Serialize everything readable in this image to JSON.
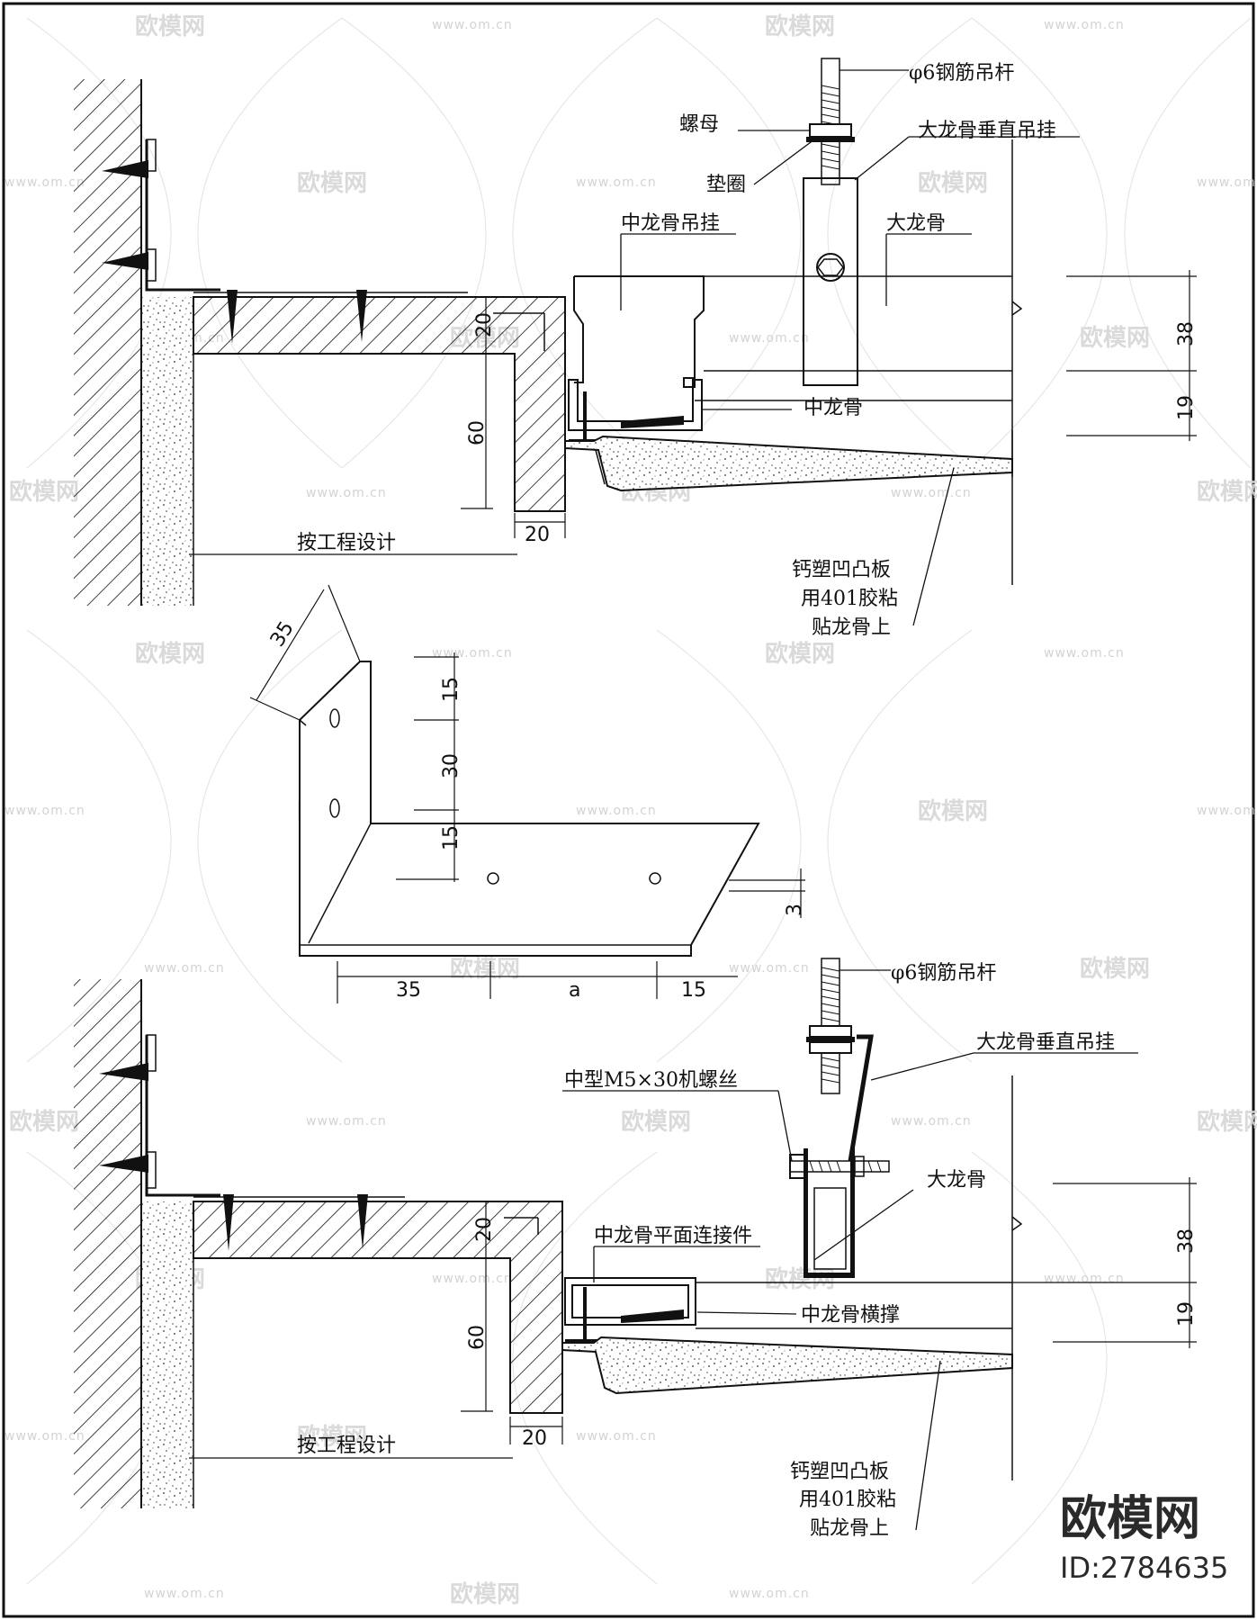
{
  "labels": {
    "top_rod": "φ6钢筋吊杆",
    "nut": "螺母",
    "main_hanger_top": "大龙骨垂直吊挂",
    "washer": "垫圈",
    "mid_hanger": "中龙骨吊挂",
    "main_keel_top": "大龙骨",
    "mid_keel": "中龙骨",
    "panel_top_1": "钙塑凹凸板",
    "panel_top_2": "用401胶粘",
    "panel_top_3": "贴龙骨上",
    "design_top": "按工程设计",
    "bottom_rod": "φ6钢筋吊杆",
    "main_hanger_bottom": "大龙骨垂直吊挂",
    "screw": "中型M5×30机螺丝",
    "main_keel_bottom": "大龙骨",
    "mid_connector": "中龙骨平面连接件",
    "mid_brace": "中龙骨横撑",
    "design_bottom": "按工程设计",
    "panel_bot_1": "钙塑凹凸板",
    "panel_bot_2": "用401胶粘",
    "panel_bot_3": "贴龙骨上"
  },
  "dimensions": {
    "top_20_v": "20",
    "top_60": "60",
    "top_20_h": "20",
    "top_38": "38",
    "top_19": "19",
    "angle_35_slant": "35",
    "angle_15_a": "15",
    "angle_30": "30",
    "angle_15_b": "15",
    "angle_3": "3",
    "angle_35": "35",
    "angle_a": "a",
    "angle_15_c": "15",
    "bot_20_v": "20",
    "bot_60": "60",
    "bot_20_h": "20",
    "bot_38": "38",
    "bot_19": "19"
  },
  "watermark": {
    "brand": "欧模网",
    "url": "www.om.cn",
    "corner_logo": "欧模网",
    "id": "ID:2784635"
  }
}
